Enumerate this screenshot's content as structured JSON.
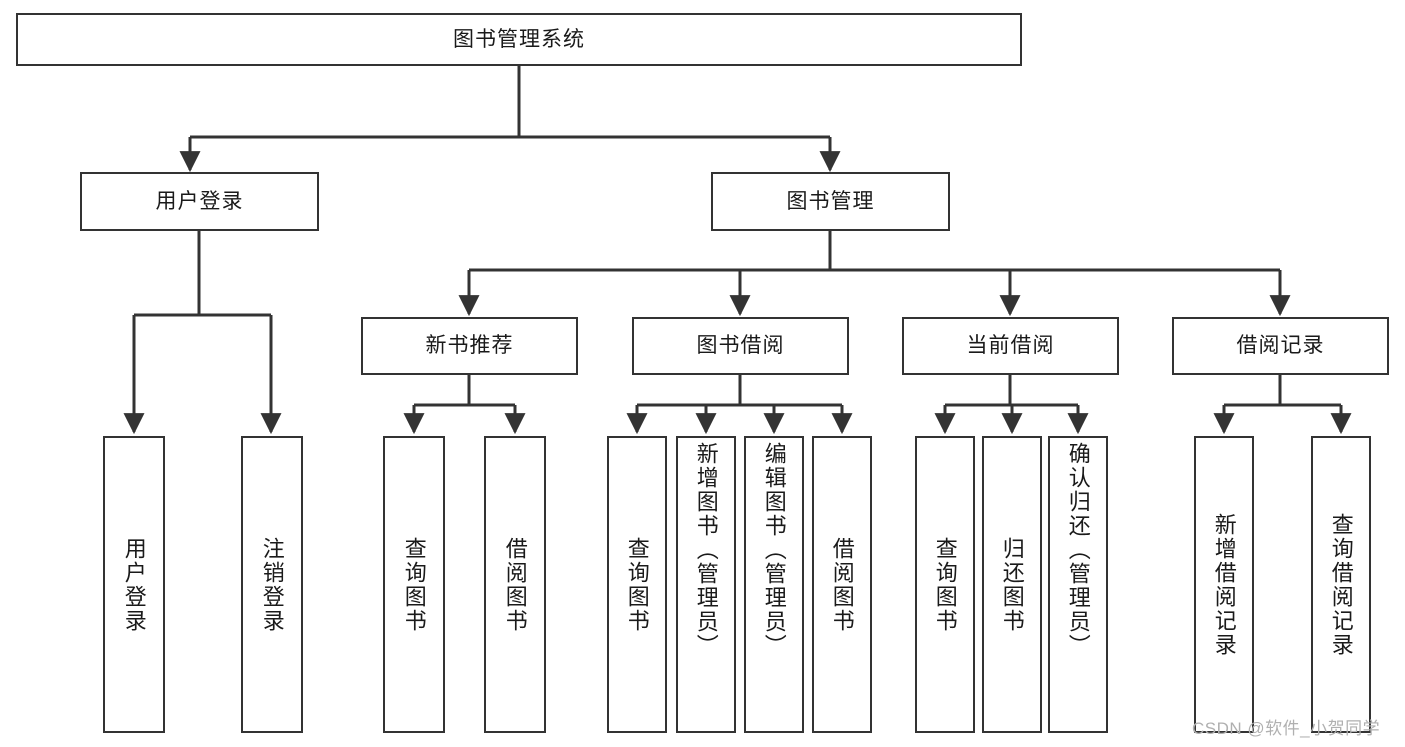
{
  "diagram": {
    "type": "tree-hierarchy",
    "title": "图书管理系统",
    "watermark": "CSDN @软件_小贺同学",
    "colors": {
      "stroke": "#333333",
      "box_fill": "#ffffff",
      "text": "#1a1a1a",
      "watermark": "#b0b0b0",
      "background": "#ffffff"
    },
    "nodes": {
      "root": {
        "label": "图书管理系统"
      },
      "level2": [
        {
          "id": "user-login",
          "label": "用户登录"
        },
        {
          "id": "book-management",
          "label": "图书管理"
        }
      ],
      "level3": [
        {
          "id": "new-book-recommend",
          "label": "新书推荐"
        },
        {
          "id": "book-borrow",
          "label": "图书借阅"
        },
        {
          "id": "current-borrow",
          "label": "当前借阅"
        },
        {
          "id": "borrow-record",
          "label": "借阅记录"
        }
      ],
      "leaves": {
        "user_login": [
          {
            "id": "leaf-user-login",
            "label": "用户登录"
          },
          {
            "id": "leaf-logout-login",
            "label": "注销登录"
          }
        ],
        "new_book_recommend": [
          {
            "id": "leaf-query-book-1",
            "label": "查询图书"
          },
          {
            "id": "leaf-borrow-book-1",
            "label": "借阅图书"
          }
        ],
        "book_borrow": [
          {
            "id": "leaf-query-book-2",
            "label": "查询图书"
          },
          {
            "id": "leaf-add-book-admin",
            "label": "新增图书（管理员）"
          },
          {
            "id": "leaf-edit-book-admin",
            "label": "编辑图书（管理员）"
          },
          {
            "id": "leaf-borrow-book-2",
            "label": "借阅图书"
          }
        ],
        "current_borrow": [
          {
            "id": "leaf-query-book-3",
            "label": "查询图书"
          },
          {
            "id": "leaf-return-book",
            "label": "归还图书"
          },
          {
            "id": "leaf-confirm-return-admin",
            "label": "确认归还（管理员）"
          }
        ],
        "borrow_record": [
          {
            "id": "leaf-add-borrow-record",
            "label": "新增借阅记录"
          },
          {
            "id": "leaf-query-borrow-record",
            "label": "查询借阅记录"
          }
        ]
      }
    }
  }
}
